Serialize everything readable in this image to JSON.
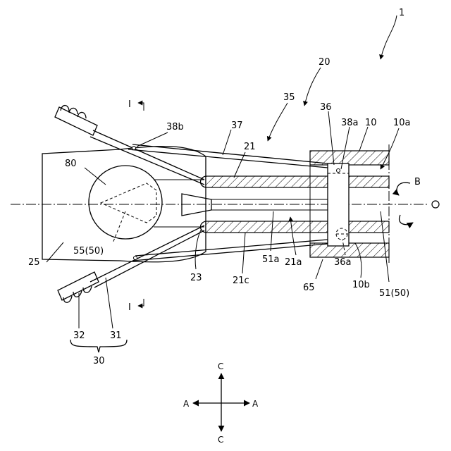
{
  "labels": {
    "ref_1": "1",
    "ref_20": "20",
    "ref_35": "35",
    "ref_36": "36",
    "ref_38a": "38a",
    "ref_10": "10",
    "ref_10a": "10a",
    "ref_37": "37",
    "ref_38b": "38b",
    "ref_21": "21",
    "ref_80": "80",
    "ref_B": "B",
    "ref_O": "O",
    "ref_55_50": "55(50)",
    "ref_25": "25",
    "ref_23": "23",
    "ref_21c": "21c",
    "ref_51a": "51a",
    "ref_21a": "21a",
    "ref_36a": "36a",
    "ref_65": "65",
    "ref_10b": "10b",
    "ref_51_50": "51(50)",
    "ref_32": "32",
    "ref_31": "31",
    "ref_30": "30",
    "section_top": "I",
    "section_bottom": "I",
    "dir_C_top": "C",
    "dir_C_bottom": "C",
    "dir_A_left": "A",
    "dir_A_right": "A"
  }
}
